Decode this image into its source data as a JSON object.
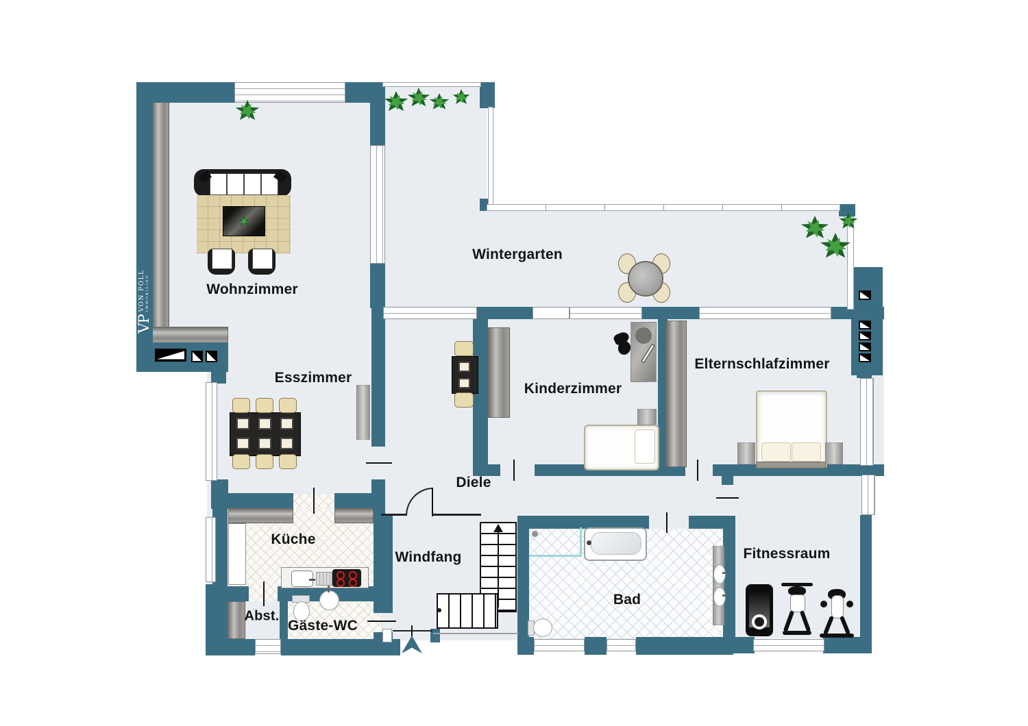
{
  "brand": {
    "initials": "VP",
    "name": "VON POLL",
    "subtitle": "IMMOBILIEN"
  },
  "rooms": {
    "wohnzimmer": {
      "label": "Wohnzimmer"
    },
    "esszimmer": {
      "label": "Esszimmer"
    },
    "wintergarten": {
      "label": "Wintergarten"
    },
    "kinderzimmer": {
      "label": "Kinderzimmer"
    },
    "elternschlafzimmer": {
      "label": "Elternschlafzimmer"
    },
    "diele": {
      "label": "Diele"
    },
    "kueche": {
      "label": "Küche"
    },
    "windfang": {
      "label": "Windfang"
    },
    "abstellraum": {
      "label": "Abst."
    },
    "gaeste_wc": {
      "label": "Gäste-WC"
    },
    "bad": {
      "label": "Bad"
    },
    "fitnessraum": {
      "label": "Fitnessraum"
    }
  },
  "colors": {
    "wall": "#3b6e83",
    "floor": "#e9edf2",
    "kitchen_tile_line": "#ddd8cb",
    "bath_tile_line": "#d4d7db",
    "rug": "#ded2a6",
    "plant_dark": "#1d6426",
    "plant_light": "#44a043",
    "burner_red": "#cc2222",
    "label_text": "#141414"
  },
  "legend": {
    "furniture_icons": [
      "sofa",
      "rug",
      "coffee-table",
      "armchair",
      "dining-table",
      "dining-chair",
      "sideboard",
      "round-table",
      "plant",
      "wardrobe",
      "desk",
      "desk-chair",
      "single-bed",
      "double-bed",
      "nightstand",
      "kitchen-counter",
      "kitchen-sink",
      "stove",
      "tall-cabinet",
      "shelf",
      "toilet",
      "washbasin",
      "bathtub",
      "shower",
      "bathroom-sink",
      "treadmill",
      "strength-machine",
      "exercise-bike",
      "staircase",
      "entrance-arrow",
      "exterior-steps",
      "door-arc",
      "door-marker",
      "window"
    ]
  }
}
